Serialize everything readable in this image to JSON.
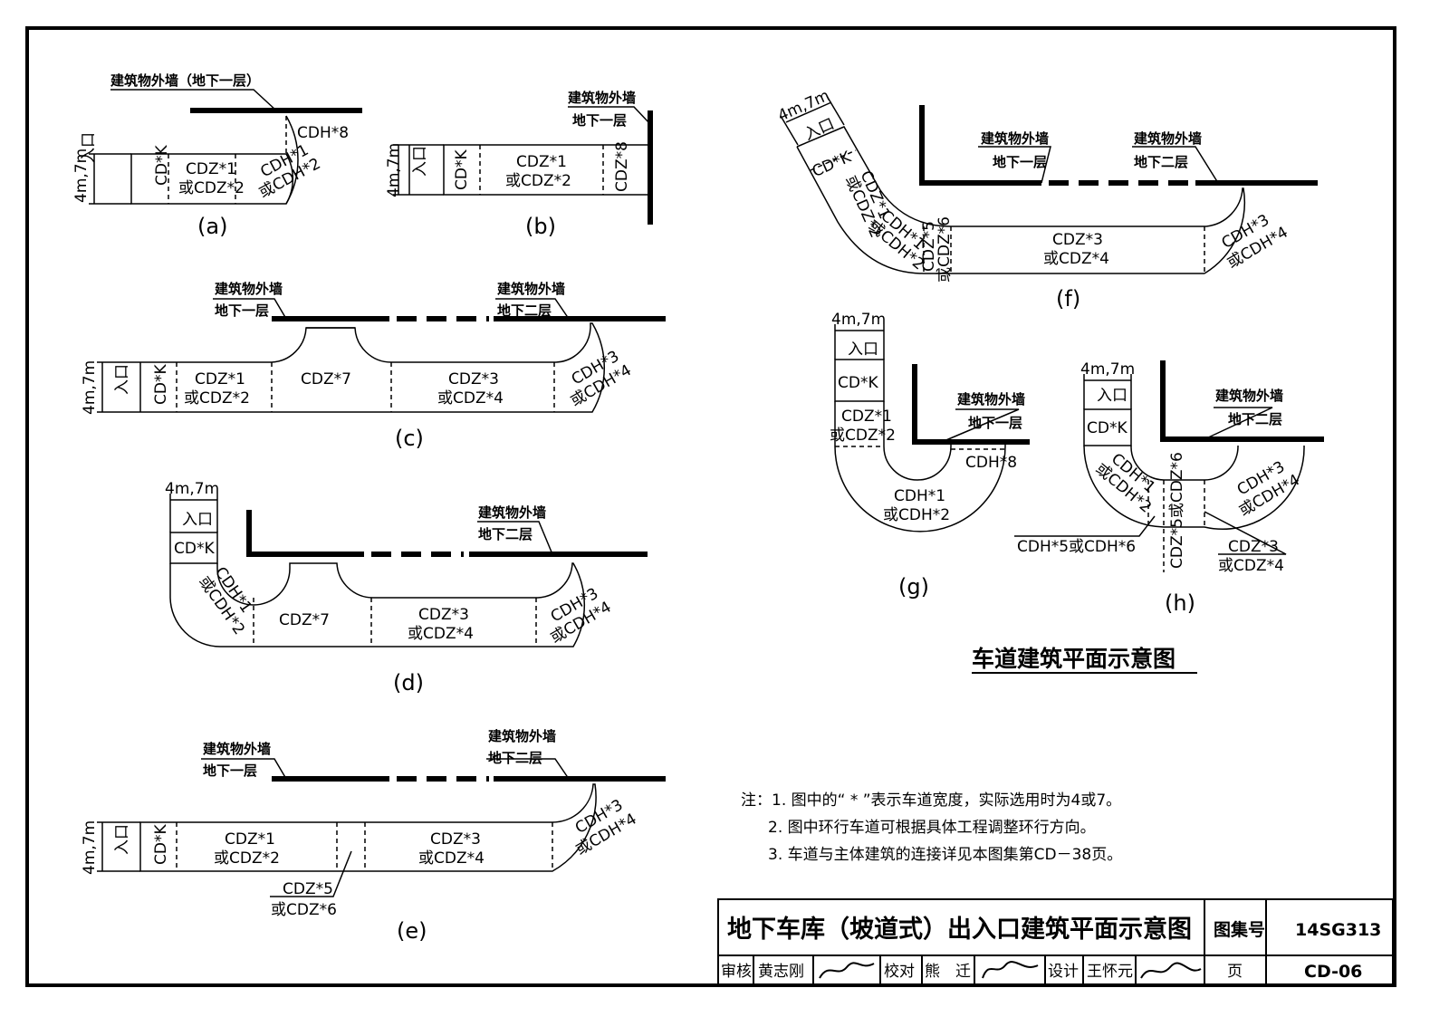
{
  "labels": {
    "entrance": "入口",
    "width": "4m,7m",
    "cdk": "CD*K",
    "cdz1": "CDZ*1",
    "or_cdz2": "或CDZ*2",
    "cdz3": "CDZ*3",
    "or_cdz4": "或CDZ*4",
    "cdz5": "CDZ*5",
    "or_cdz6": "或CDZ*6",
    "cdz7": "CDZ*7",
    "cdz8": "CDZ*8",
    "cdh1": "CDH*1",
    "or_cdh2": "或CDH*2",
    "cdh3": "CDH*3",
    "or_cdh4": "或CDH*4",
    "cdh8": "CDH*8",
    "cdh5_or_cdh6": "CDH*5或CDH*6",
    "cdz5_or_cdz6": "CDZ*5或CDZ*6",
    "cdz_5": "CDZ*5",
    "wall": "建筑物外墙",
    "wall_b1_inline": "建筑物外墙（地下一层）",
    "b1": "地下一层",
    "b2": "地下二层"
  },
  "captions": {
    "a": "(a)",
    "b": "(b)",
    "c": "(c)",
    "d": "(d)",
    "e": "(e)",
    "f": "(f)",
    "g": "(g)",
    "h": "(h)"
  },
  "figure_title": "车道建筑平面示意图",
  "notes": [
    "注：1. 图中的“ * ”表示车道宽度，实际选用时为4或7。",
    "2. 图中环行车道可根据具体工程调整环行方向。",
    "3. 车道与主体建筑的连接详见本图集第CD－38页。"
  ],
  "title_block": {
    "title": "地下车库（坡道式）出入口建筑平面示意图",
    "atlas_label": "图集号",
    "atlas_no": "14SG313",
    "review_label": "审核",
    "reviewer": "黄志刚",
    "check_label": "校对",
    "checker": "熊　迁",
    "design_label": "设计",
    "designer": "王怀元",
    "page_label": "页",
    "page_no": "CD-06"
  }
}
